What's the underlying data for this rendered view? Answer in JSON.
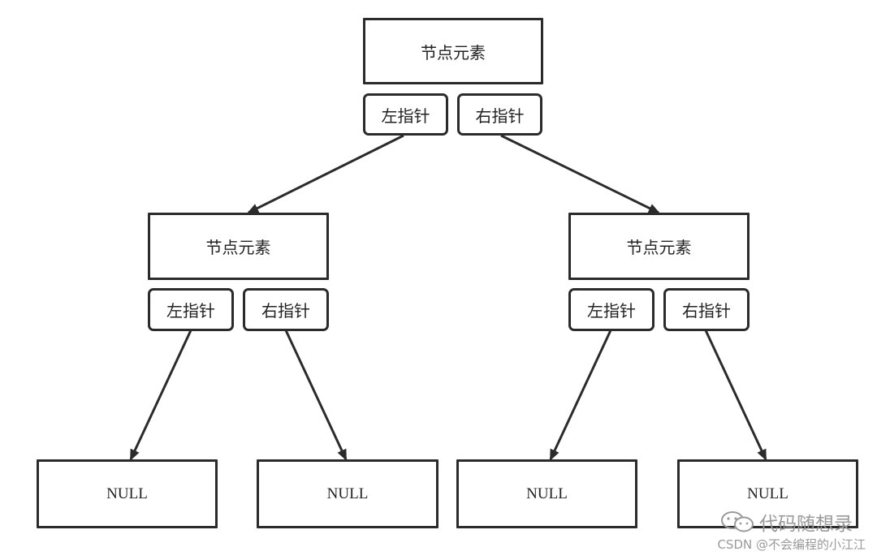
{
  "tree": {
    "root": {
      "element": "节点元素",
      "left_pointer": "左指针",
      "right_pointer": "右指针"
    },
    "left_child": {
      "element": "节点元素",
      "left_pointer": "左指针",
      "right_pointer": "右指针"
    },
    "right_child": {
      "element": "节点元素",
      "left_pointer": "左指针",
      "right_pointer": "右指针"
    },
    "leaves": [
      "NULL",
      "NULL",
      "NULL",
      "NULL"
    ]
  },
  "watermark": {
    "account": "代码随想录",
    "credit": "CSDN @不会编程的小江江",
    "icon": "wechat-icon"
  },
  "colors": {
    "stroke": "#2b2b2b",
    "watermark": "#9a9a9a"
  }
}
